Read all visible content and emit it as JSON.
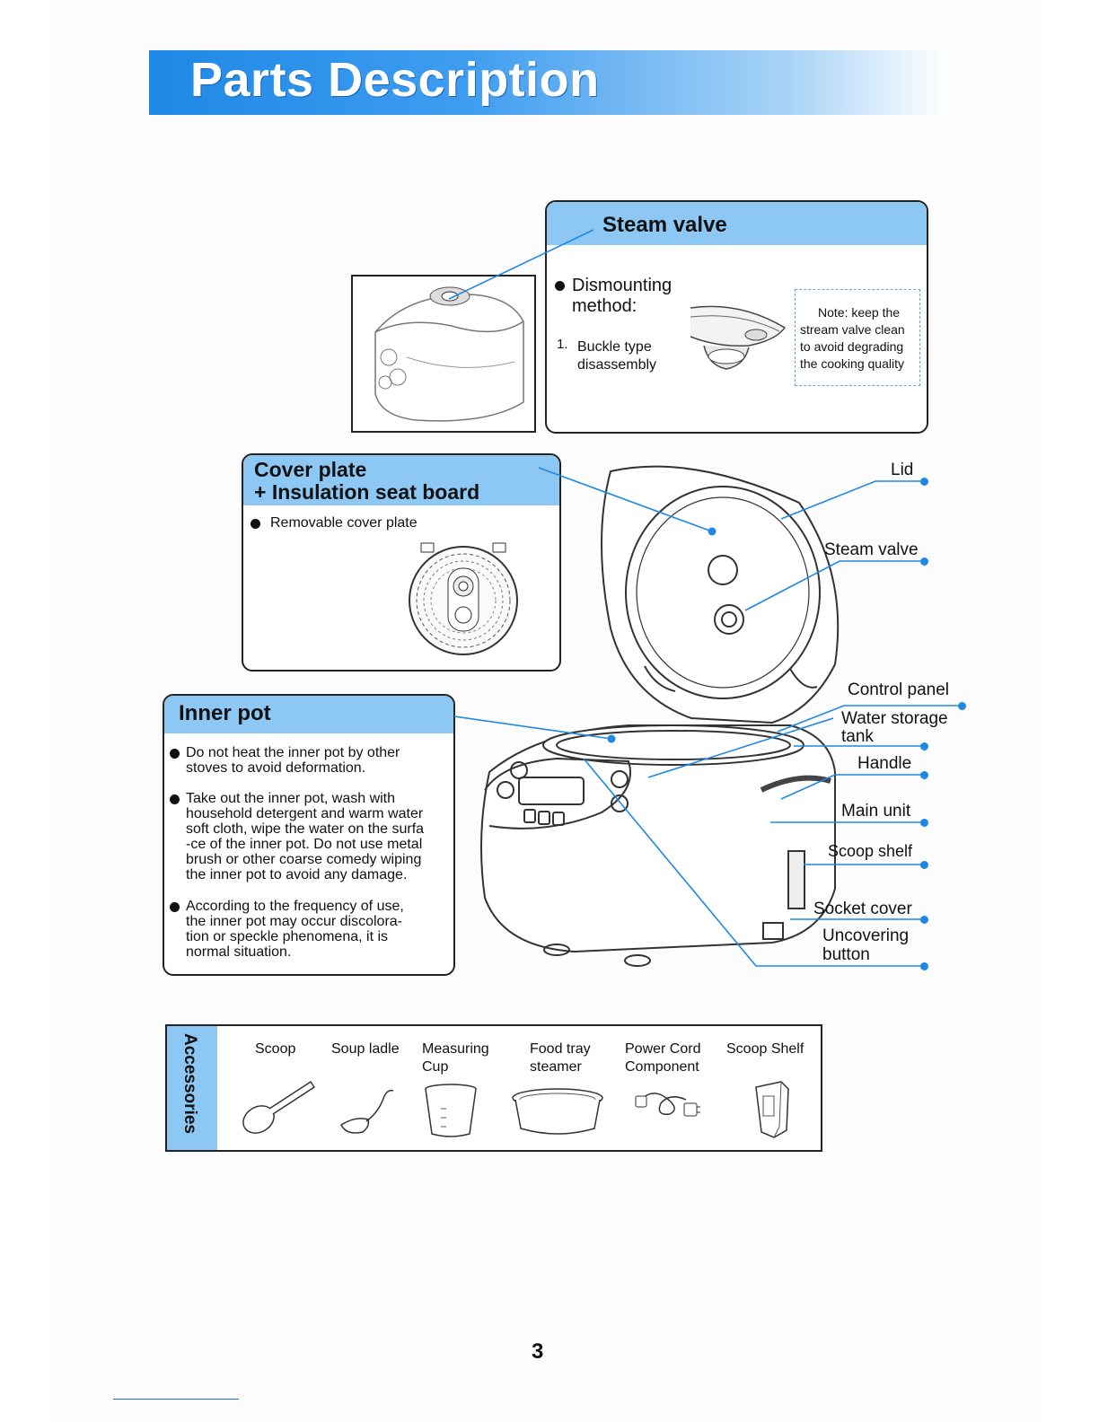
{
  "header": {
    "title": "Parts Description"
  },
  "steam_valve_box": {
    "title": "Steam valve",
    "method_label": "Dismounting\nmethod:",
    "step_number": "1.",
    "step_text_1": "Buckle type",
    "step_text_2": "disassembly",
    "note_lines": [
      "Note: keep the",
      "stream valve clean",
      "to avoid degrading",
      "the cooking quality"
    ]
  },
  "cover_plate_box": {
    "title_1": "Cover plate",
    "title_2": "+ Insulation seat board",
    "bullet": "Removable cover plate"
  },
  "inner_pot_box": {
    "title": "Inner pot",
    "bullets": [
      [
        "Do not heat the inner pot by other",
        "stoves to avoid deformation."
      ],
      [
        "Take out the inner pot, wash with",
        "household detergent and warm water",
        "soft cloth, wipe the water on the surfa",
        "-ce of the inner pot. Do not use metal",
        "brush or other coarse comedy wiping",
        "the inner pot to avoid any damage."
      ],
      [
        "According to the frequency of use,",
        "the inner pot may occur discolora-",
        "tion or speckle phenomena, it is",
        "normal situation."
      ]
    ]
  },
  "callouts": {
    "lid": "Lid",
    "steam_valve": "Steam valve",
    "control_panel": "Control panel",
    "water_tank_1": "Water storage",
    "water_tank_2": "tank",
    "handle": "Handle",
    "main_unit": "Main unit",
    "scoop_shelf": "Scoop shelf",
    "socket_cover": "Socket cover",
    "uncover_1": "Uncovering",
    "uncover_2": "button"
  },
  "accessories": {
    "title": "Accessories",
    "items": [
      {
        "label_1": "Scoop",
        "label_2": "",
        "icon": "scoop-icon"
      },
      {
        "label_1": "Soup ladle",
        "label_2": "",
        "icon": "soup-ladle-icon"
      },
      {
        "label_1": "Measuring",
        "label_2": "Cup",
        "icon": "measuring-cup-icon"
      },
      {
        "label_1": "Food tray",
        "label_2": "steamer",
        "icon": "food-tray-steamer-icon"
      },
      {
        "label_1": "Power Cord",
        "label_2": "Component",
        "icon": "power-cord-icon"
      },
      {
        "label_1": "Scoop Shelf",
        "label_2": "",
        "icon": "scoop-shelf-icon"
      }
    ]
  },
  "page_number": "3"
}
